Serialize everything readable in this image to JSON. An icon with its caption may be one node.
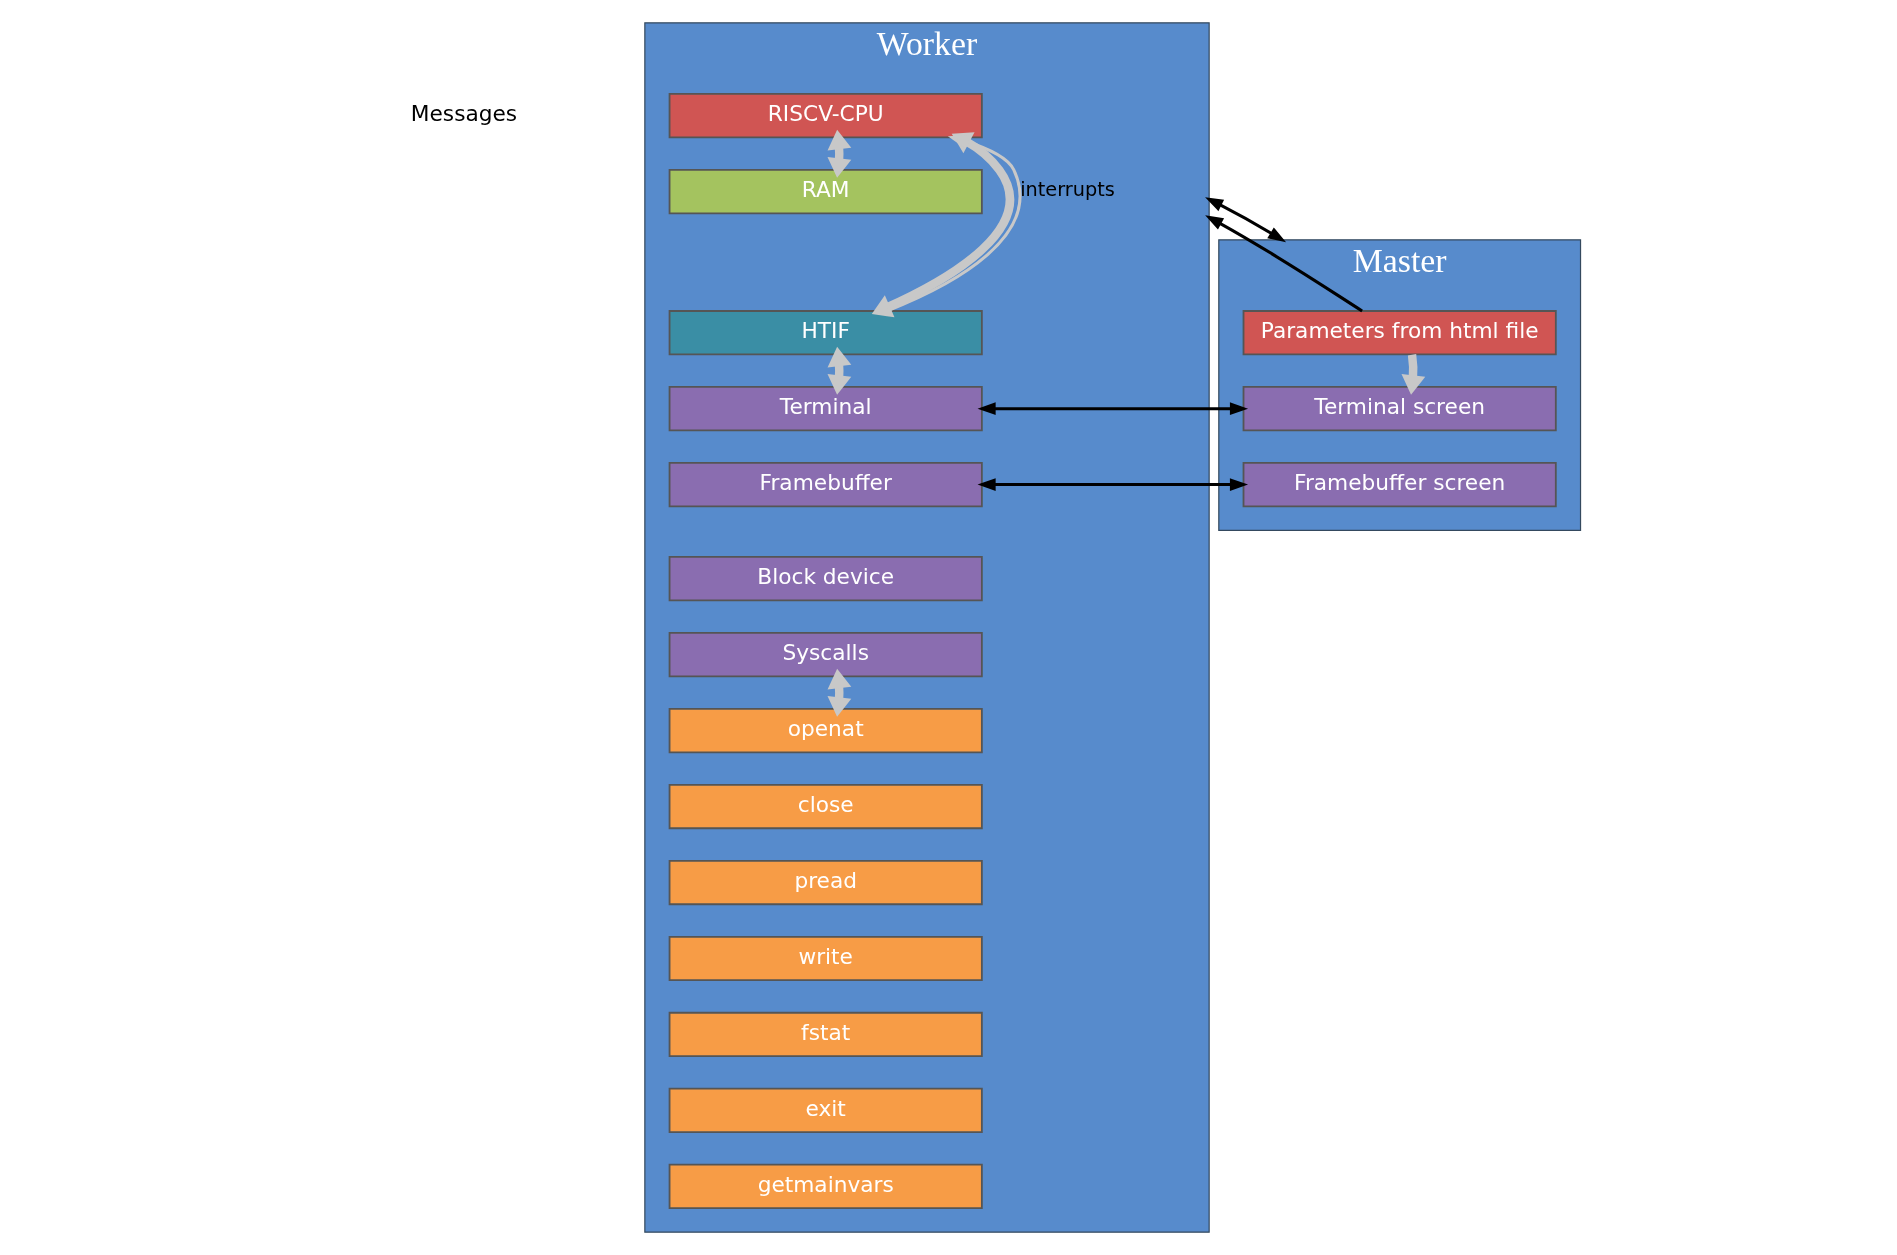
{
  "diagram": {
    "nodes": [
      {
        "text": [
          "Master"
        ]
      },
      {
        "text": [
          "Parameters from html file"
        ],
        "in": 0
      },
      {
        "text": [
          "Terminal screen"
        ],
        "in": 0
      },
      {
        "text": [
          "Framebuffer screen"
        ],
        "in": 0
      },
      {
        "text": [
          "Worker"
        ]
      },
      {
        "text": [
          "RISCV-CPU"
        ],
        "in": 4
      },
      {
        "text": [
          "RAM"
        ],
        "in": 4
      },
      {
        "text": [
          "HTIF"
        ],
        "in": 4
      },
      {
        "text": [
          "Terminal"
        ],
        "in": 4
      },
      {
        "text": [
          "Framebuffer"
        ],
        "in": 4
      },
      {
        "text": [
          "Block device"
        ],
        "in": 4
      },
      {
        "text": [
          "Syscalls"
        ],
        "in": 4
      },
      {
        "text": [
          "openat"
        ],
        "in": 4
      },
      {
        "text": [
          "close"
        ],
        "in": 4
      },
      {
        "text": [
          "pread"
        ],
        "in": 4
      },
      {
        "text": [
          "write"
        ],
        "in": 4
      },
      {
        "text": [
          "fstat"
        ],
        "in": 4
      },
      {
        "text": [
          "exit"
        ],
        "in": 4
      },
      {
        "text": [
          "getmainvars"
        ],
        "in": 4
      }
    ],
    "edges": [
      {
        "from": 1,
        "to": 4,
        "arrow": "to",
        "color": "#000000"
      },
      {
        "from": 0,
        "to": 4,
        "arrow": "both",
        "color": "#000000"
      },
      {
        "from": 1,
        "to": 2,
        "arrow": "to",
        "style": "thick"
      },
      {
        "from": 5,
        "to": 6,
        "arrow": "both",
        "style": "thick"
      },
      {
        "from": 5,
        "to": 7,
        "arrow": "both",
        "style": "thick"
      },
      {
        "from": 7,
        "to": 8,
        "arrow": "both",
        "style": "thick"
      },
      {
        "from": 2,
        "to": 8,
        "arrow": "both",
        "color": "#000000"
      },
      {
        "from": 3,
        "to": 9,
        "arrow": "both",
        "color": "#000000"
      },
      {
        "from": 11,
        "to": 12,
        "arrow": "both",
        "style": "thick"
      },
      {
        "from": 7,
        "to": 5,
        "arrow": "to",
        "label": "interrupts"
      }
    ],
    "labels": [
      "Messages"
    ]
  }
}
